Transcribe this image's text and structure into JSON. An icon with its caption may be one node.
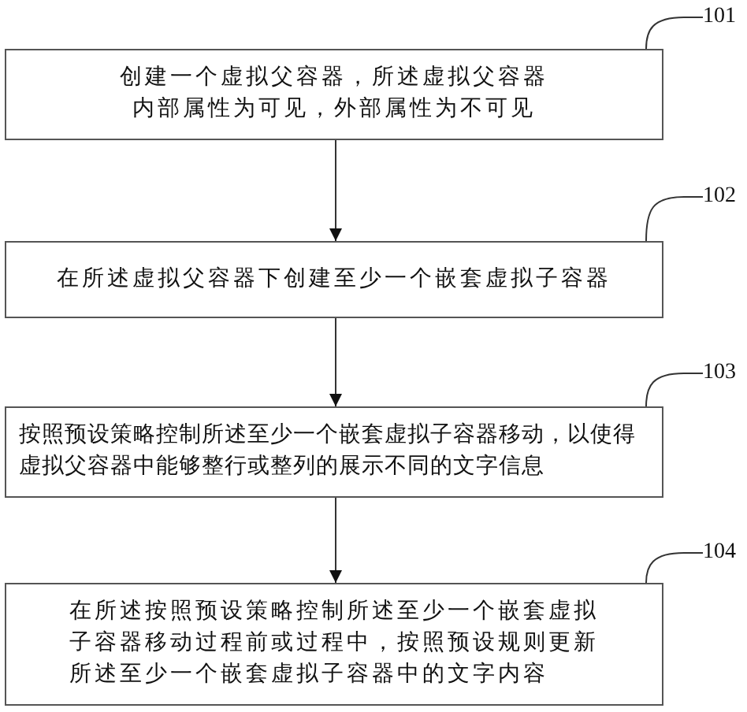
{
  "diagram": {
    "nodes": [
      {
        "text": [
          "101"
        ]
      },
      {
        "text": [
          "创建一个虚拟父容器，所述虚拟父容器内部属性为可见，外部属性为不可见"
        ]
      },
      {
        "text": [
          "102"
        ]
      },
      {
        "text": [
          "在所述虚拟父容器下创建至少一个嵌套虚拟子容器"
        ]
      },
      {
        "text": [
          "103"
        ]
      },
      {
        "text": [
          "按照预设策略控制所述至少一个嵌套虚拟子容器移动，以使得虚拟父容器中能够整行或整列的展示不同的文字信息"
        ]
      },
      {
        "text": [
          "104"
        ]
      },
      {
        "text": [
          "在所述按照预设策略控制所述至少一个嵌套虚拟子容器移动过程前或过程中，按照预设规则更新所述至少一个嵌套虚拟子容器中的文字内容"
        ]
      }
    ],
    "edges": [
      {
        "from": 0,
        "to": 1,
        "arrow": "none"
      },
      {
        "from": 2,
        "to": 3,
        "arrow": "none"
      },
      {
        "from": 4,
        "to": 5,
        "arrow": "none"
      },
      {
        "from": 6,
        "to": 7,
        "arrow": "none"
      },
      {
        "from": 1,
        "to": 3,
        "arrow": "to"
      },
      {
        "from": 3,
        "to": 5,
        "arrow": "to"
      },
      {
        "from": 5,
        "to": 7,
        "arrow": "to"
      }
    ]
  }
}
